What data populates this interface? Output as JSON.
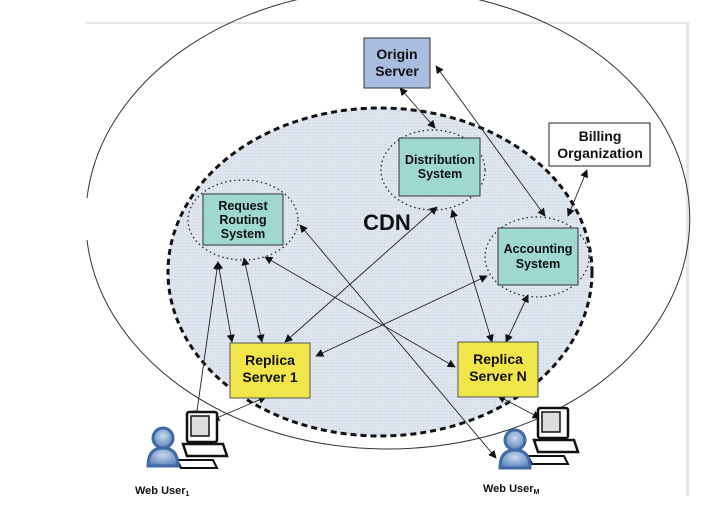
{
  "diagram": {
    "title": "CDN",
    "colors": {
      "cdn_fill": "#dde3ee",
      "origin_fill": "#a9bde0",
      "system_fill": "#9fd8d0",
      "replica_fill": "#f0e64a",
      "billing_fill": "#ffffff",
      "user_blue": "#5b82b8",
      "line": "#222222"
    },
    "nodes": {
      "origin": {
        "lines": [
          "Origin",
          "Server"
        ],
        "icon": "server-box"
      },
      "distribution": {
        "lines": [
          "Distribution",
          "System"
        ]
      },
      "billing": {
        "lines": [
          "Billing",
          "Organization"
        ]
      },
      "request_routing": {
        "lines": [
          "Request",
          "Routing",
          "System"
        ]
      },
      "accounting": {
        "lines": [
          "Accounting",
          "System"
        ]
      },
      "replica1": {
        "lines": [
          "Replica",
          "Server 1"
        ]
      },
      "replicaN": {
        "lines": [
          "Replica",
          "Server N"
        ]
      },
      "user1": {
        "label": "Web User",
        "subscript": "1",
        "icon": "user-computer-icon"
      },
      "userM": {
        "label": "Web User",
        "subscript": "M",
        "icon": "user-computer-icon"
      }
    },
    "edges": [
      {
        "from": "origin",
        "to": "distribution",
        "arrows": "both"
      },
      {
        "from": "origin",
        "to": "accounting",
        "arrows": "both"
      },
      {
        "from": "billing",
        "to": "accounting",
        "arrows": "both"
      },
      {
        "from": "distribution",
        "to": "replica1",
        "arrows": "both"
      },
      {
        "from": "distribution",
        "to": "replicaN",
        "arrows": "both"
      },
      {
        "from": "request_routing",
        "to": "replica1",
        "arrows": "both"
      },
      {
        "from": "request_routing",
        "to": "replicaN",
        "arrows": "both"
      },
      {
        "from": "request_routing",
        "to": "user1",
        "arrows": "both"
      },
      {
        "from": "request_routing",
        "to": "userM",
        "arrows": "both"
      },
      {
        "from": "accounting",
        "to": "replica1",
        "arrows": "both"
      },
      {
        "from": "accounting",
        "to": "replicaN",
        "arrows": "both"
      },
      {
        "from": "replica1",
        "to": "user1",
        "arrows": "both"
      },
      {
        "from": "replicaN",
        "to": "userM",
        "arrows": "both"
      }
    ]
  }
}
